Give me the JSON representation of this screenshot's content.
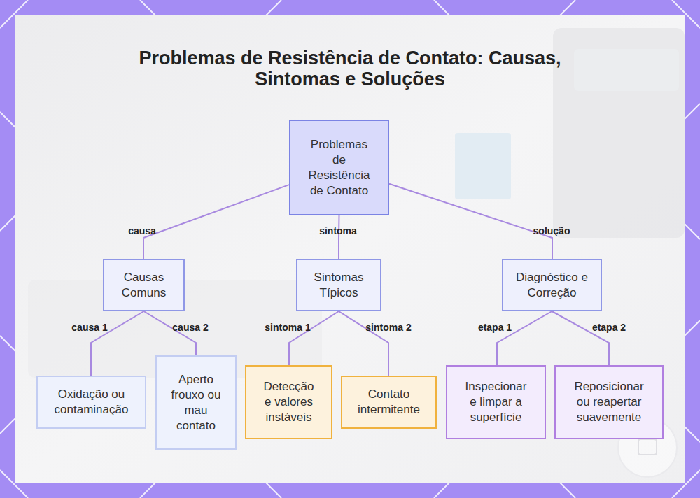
{
  "diagram": {
    "title": "Problemas de Resistência de Contato: Causas, Sintomas e Soluções",
    "nodes": [
      {
        "text": [
          "Problemas de Resistência de Contato"
        ]
      },
      {
        "text": [
          "Causas Comuns"
        ]
      },
      {
        "text": [
          "Sintomas Típicos"
        ]
      },
      {
        "text": [
          "Diagnóstico e Correção"
        ]
      },
      {
        "text": [
          "Oxidação ou contaminação"
        ]
      },
      {
        "text": [
          "Aperto frouxo ou mau contato"
        ]
      },
      {
        "text": [
          "Detecção e valores instáveis"
        ]
      },
      {
        "text": [
          "Contato intermitente"
        ]
      },
      {
        "text": [
          "Inspecionar e limpar a superfície"
        ]
      },
      {
        "text": [
          "Reposicionar ou reapertar suavemente"
        ]
      }
    ],
    "edges": [
      {
        "from": 0,
        "to": 1,
        "label": "causa",
        "arrow": "none"
      },
      {
        "from": 0,
        "to": 2,
        "label": "sintoma",
        "arrow": "none"
      },
      {
        "from": 0,
        "to": 3,
        "label": "solução",
        "arrow": "none"
      },
      {
        "from": 1,
        "to": 4,
        "label": "causa 1",
        "arrow": "none"
      },
      {
        "from": 1,
        "to": 5,
        "label": "causa 2",
        "arrow": "none"
      },
      {
        "from": 2,
        "to": 6,
        "label": "sintoma 1",
        "arrow": "none"
      },
      {
        "from": 2,
        "to": 7,
        "label": "sintoma 2",
        "arrow": "none"
      },
      {
        "from": 3,
        "to": 8,
        "label": "etapa 1",
        "arrow": "none"
      },
      {
        "from": 3,
        "to": 9,
        "label": "etapa 2",
        "arrow": "none"
      }
    ]
  }
}
